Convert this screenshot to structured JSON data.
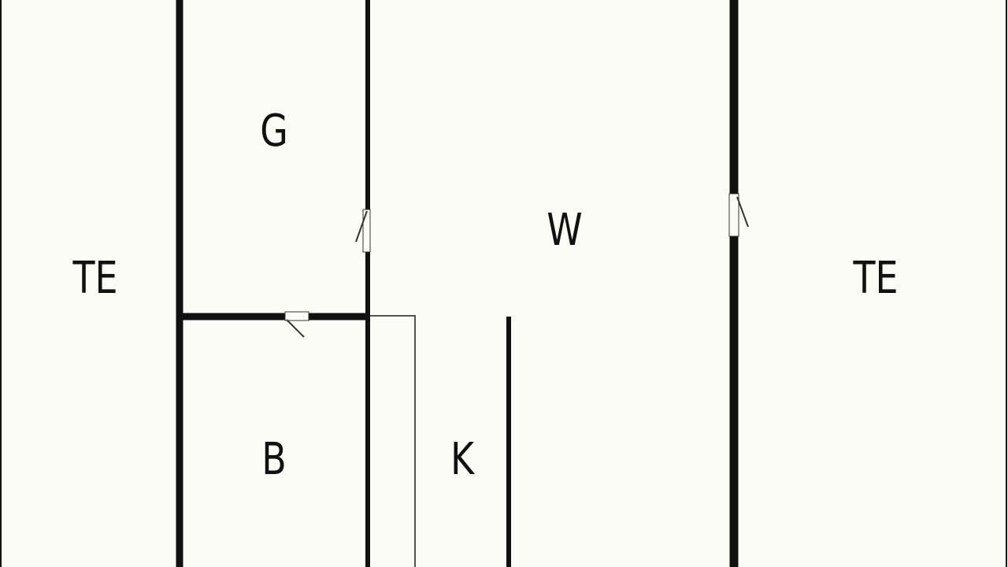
{
  "floor_plan": {
    "rooms": [
      {
        "id": "te_left",
        "label": "TE"
      },
      {
        "id": "g",
        "label": "G"
      },
      {
        "id": "w",
        "label": "W"
      },
      {
        "id": "te_right",
        "label": "TE"
      },
      {
        "id": "b",
        "label": "B"
      },
      {
        "id": "k",
        "label": "K"
      }
    ],
    "colors": {
      "background": "#fcfcf7",
      "wall": "#111111",
      "door_leaf": "#333333"
    }
  }
}
